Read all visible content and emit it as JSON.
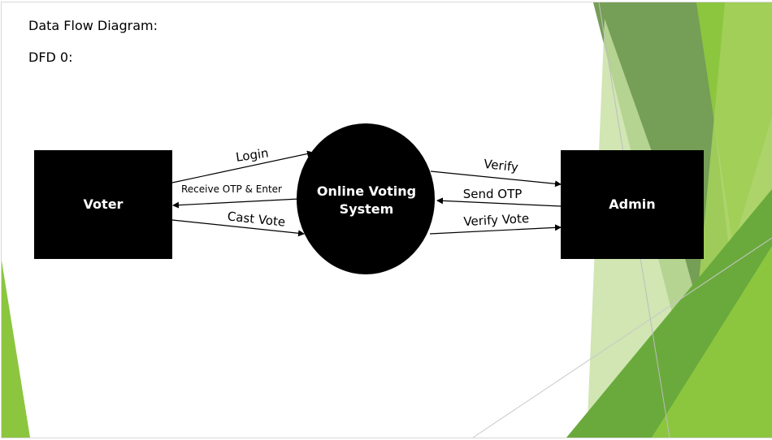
{
  "slide": {
    "title": "Data Flow Diagram:",
    "level": "DFD 0:"
  },
  "diagram": {
    "entities": {
      "voter": "Voter",
      "admin": "Admin"
    },
    "process": {
      "line1": "Online Voting",
      "line2": "System"
    },
    "flows": {
      "login": "Login",
      "receive_otp": "Receive OTP & Enter",
      "cast_vote": "Cast Vote",
      "verify": "Verify",
      "send_otp": "Send OTP",
      "verify_vote": "Verify Vote"
    }
  },
  "colors": {
    "accent_green": "#8cc63f",
    "dark_green": "#5d8d3a",
    "node_fill": "#000000",
    "node_text": "#ffffff"
  }
}
